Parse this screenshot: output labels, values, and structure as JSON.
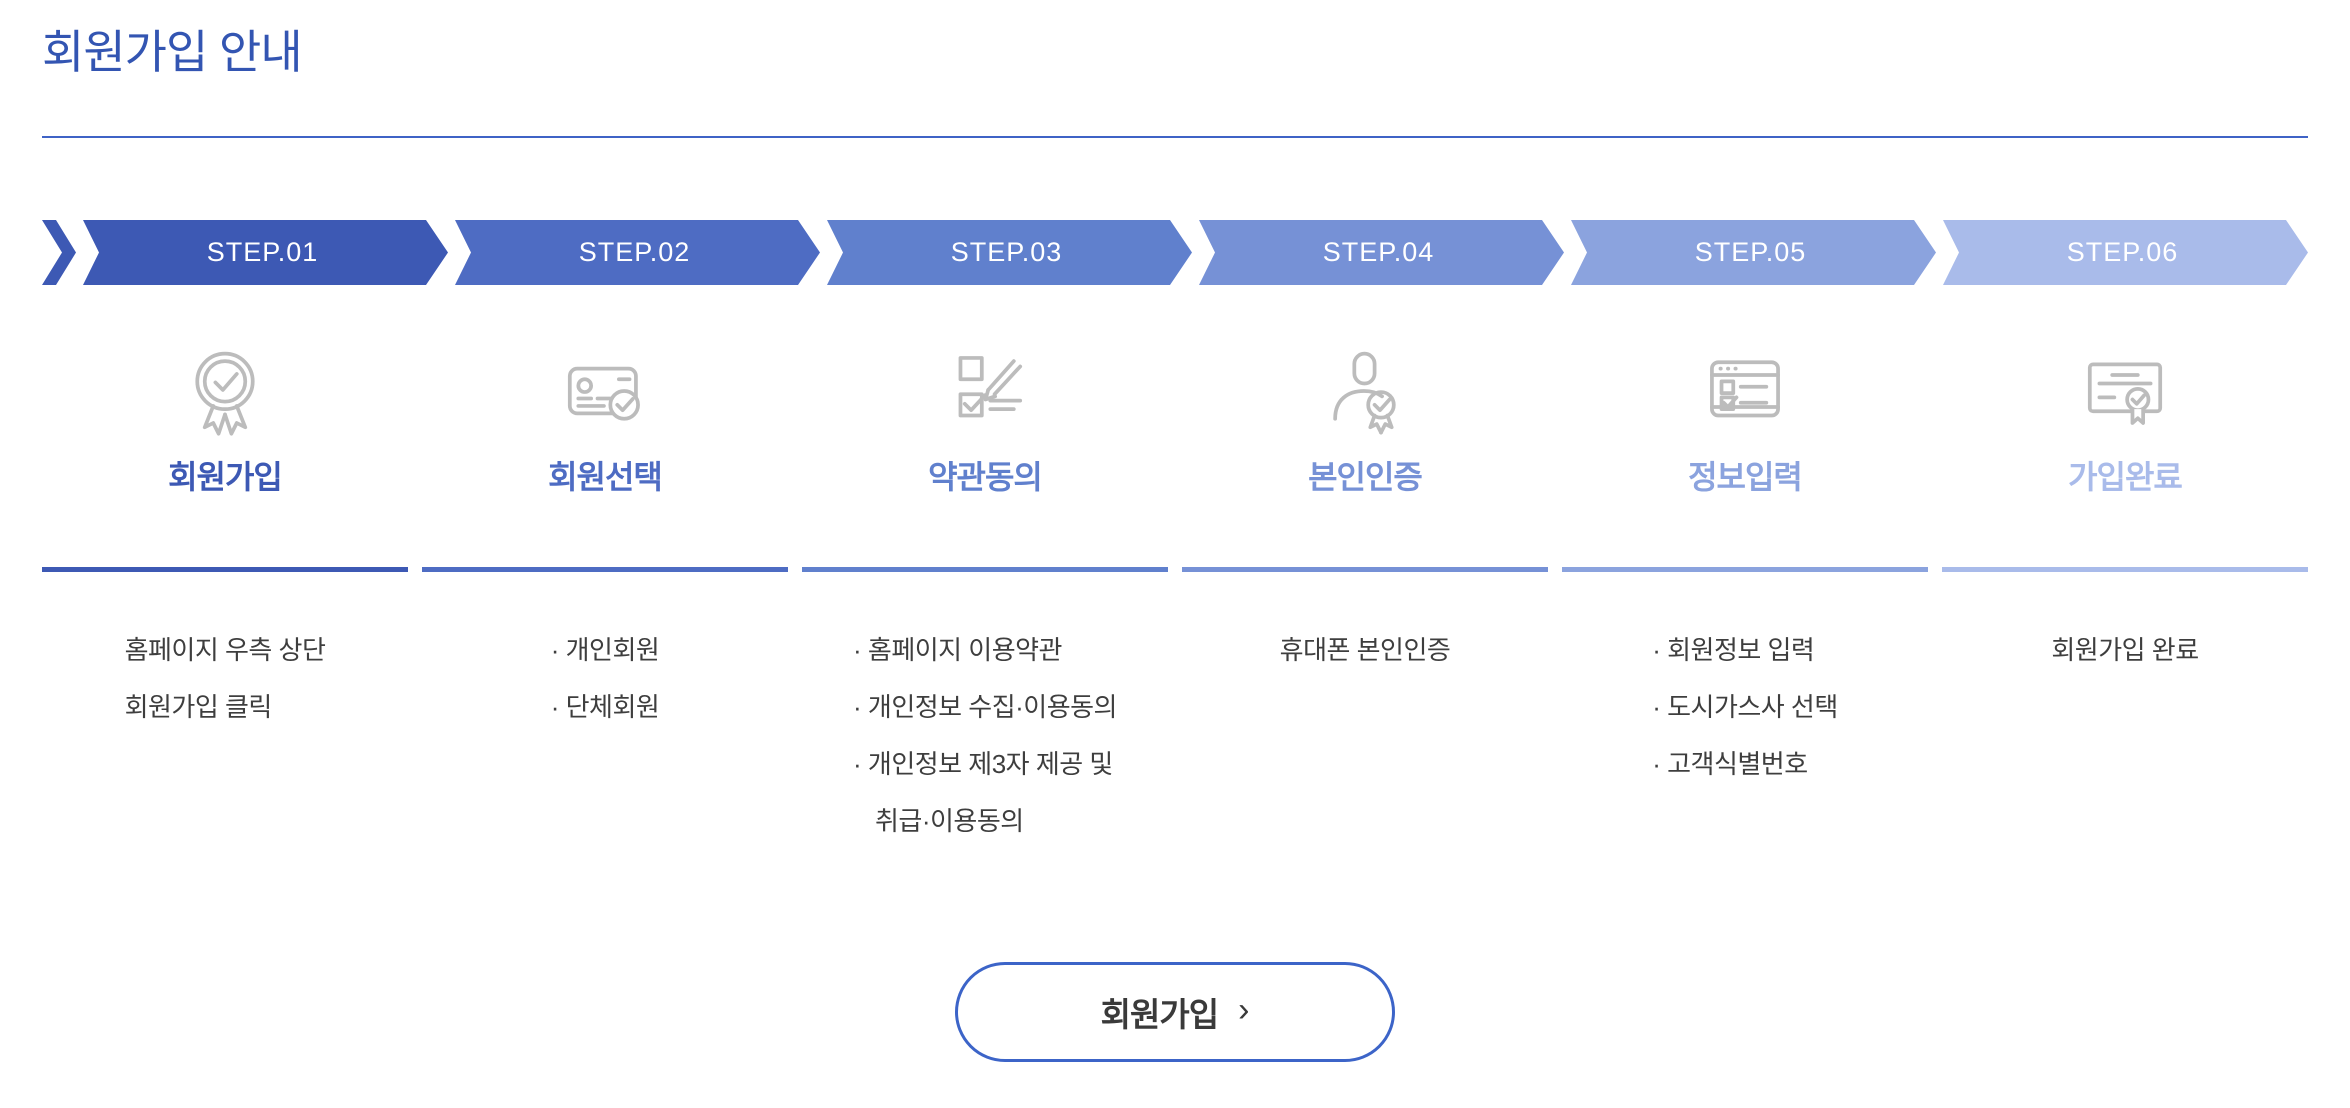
{
  "page": {
    "title": "회원가입 안내"
  },
  "colors": {
    "title": "#3355b2",
    "rule": "#3f63c6",
    "desc-text": "#3e3e3e",
    "icon-stroke": "#bcbcbc",
    "button-border": "#3c64c8",
    "button-text": "#3a3a3a",
    "arrow-text": "#ffffff"
  },
  "bullet_char": "·",
  "steps": [
    {
      "step": "STEP.01",
      "name": "회원가입",
      "color": "#3d59b4",
      "icon": "medal-check-icon",
      "desc": [
        {
          "t": "홈페이지 우측 상단"
        },
        {
          "t": "회원가입 클릭"
        }
      ]
    },
    {
      "step": "STEP.02",
      "name": "회원선택",
      "color": "#4e6cc3",
      "icon": "idcard-check-icon",
      "desc": [
        {
          "t": "개인회원",
          "bullet": true
        },
        {
          "t": "단체회원",
          "bullet": true
        }
      ]
    },
    {
      "step": "STEP.03",
      "name": "약관동의",
      "color": "#6080cd",
      "icon": "terms-pen-icon",
      "desc": [
        {
          "t": "홈페이지 이용약관",
          "bullet": true
        },
        {
          "t": "개인정보 수집·이용동의",
          "bullet": true
        },
        {
          "t": "개인정보 제3자 제공 및",
          "bullet": true
        },
        {
          "t": "취급·이용동의",
          "indent": true
        }
      ]
    },
    {
      "step": "STEP.04",
      "name": "본인인증",
      "color": "#7691d6",
      "icon": "person-badge-icon",
      "desc": [
        {
          "t": "휴대폰 본인인증"
        }
      ]
    },
    {
      "step": "STEP.05",
      "name": "정보입력",
      "color": "#8ba3de",
      "icon": "browser-form-icon",
      "desc": [
        {
          "t": "회원정보 입력",
          "bullet": true
        },
        {
          "t": "도시가스사 선택",
          "bullet": true
        },
        {
          "t": "고객식별번호",
          "bullet": true
        }
      ]
    },
    {
      "step": "STEP.06",
      "name": "가입완료",
      "color": "#a9bbea",
      "icon": "certificate-icon",
      "desc": [
        {
          "t": "회원가입 완료"
        }
      ]
    }
  ],
  "button": {
    "label": "회원가입",
    "chevron": "›"
  }
}
